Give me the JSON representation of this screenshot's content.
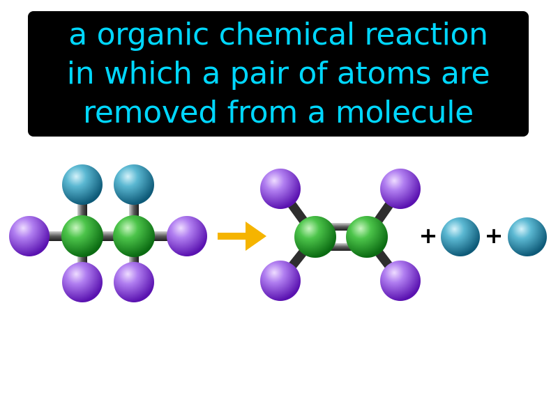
{
  "definition": {
    "lines": [
      "a organic chemical reaction",
      "in which a pair of atoms are",
      "removed from a molecule"
    ],
    "text_color": "#00d7ff",
    "background_color": "#000000"
  },
  "diagram": {
    "plus_symbol": "+",
    "arrow_color": "#f5b400",
    "atom_colors": {
      "carbon": "#22a32a",
      "substituent": "#8a2be2",
      "removed": "#2a8aa6"
    },
    "reactant": {
      "atoms": [
        "carbon",
        "carbon",
        "removed",
        "removed",
        "substituent",
        "substituent",
        "substituent",
        "substituent"
      ],
      "bonds": "single"
    },
    "product": {
      "atoms": [
        "carbon",
        "carbon",
        "substituent",
        "substituent",
        "substituent",
        "substituent"
      ],
      "bonds": "double"
    },
    "byproducts": [
      "removed",
      "removed"
    ]
  }
}
